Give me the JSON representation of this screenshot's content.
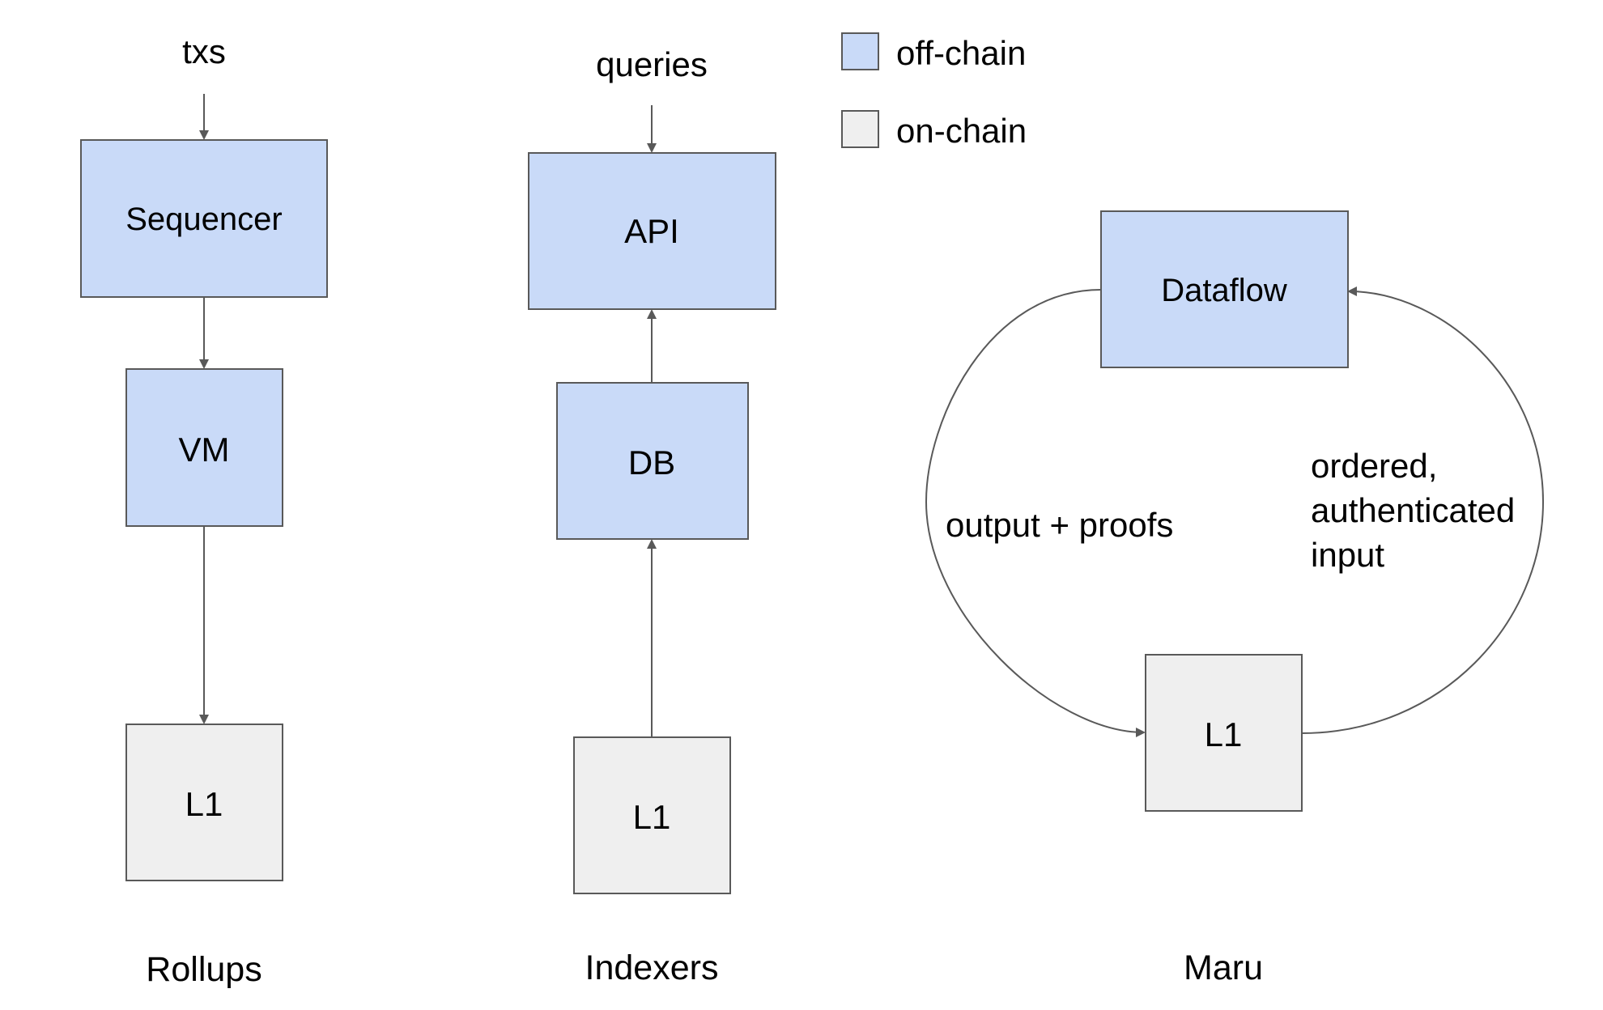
{
  "legend": {
    "off_chain": {
      "label": "off-chain",
      "color": "#c9daf8"
    },
    "on_chain": {
      "label": "on-chain",
      "color": "#efefef"
    }
  },
  "rollups": {
    "input_label": "txs",
    "sequencer": "Sequencer",
    "vm": "VM",
    "l1": "L1",
    "title": "Rollups"
  },
  "indexers": {
    "input_label": "queries",
    "api": "API",
    "db": "DB",
    "l1": "L1",
    "title": "Indexers"
  },
  "maru": {
    "dataflow": "Dataflow",
    "l1": "L1",
    "output_label": "output + proofs",
    "input_label_lines": [
      "ordered,",
      "authenticated",
      "input"
    ],
    "title": "Maru"
  },
  "colors": {
    "stroke": "#595959",
    "off_chain_fill": "#c9daf8",
    "on_chain_fill": "#efefef"
  }
}
